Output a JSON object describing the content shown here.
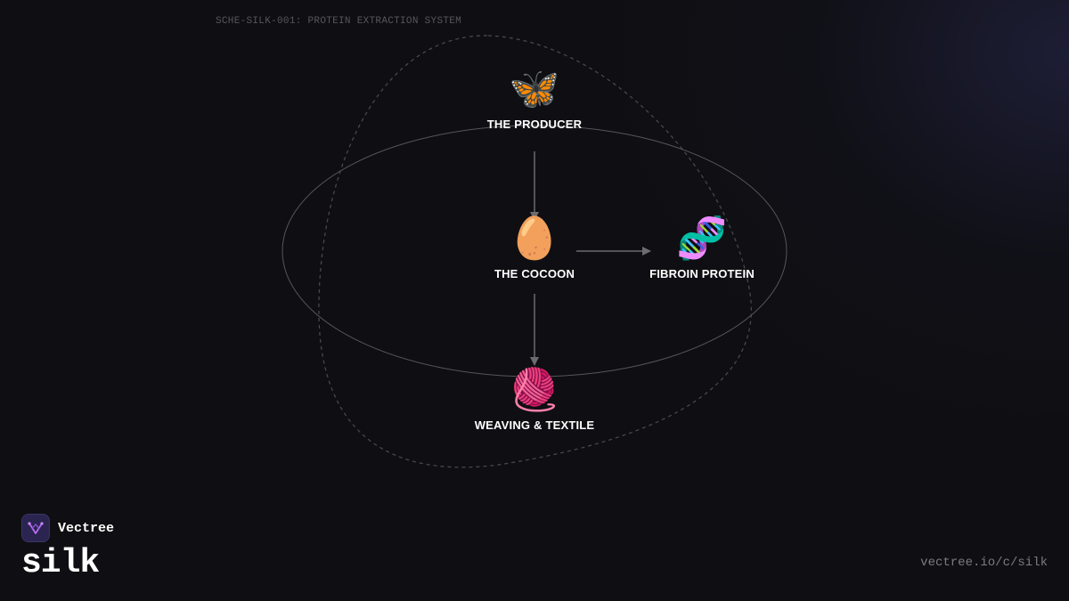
{
  "schematic_id": "SCHE-SILK-001: PROTEIN EXTRACTION SYSTEM",
  "nodes": {
    "producer": {
      "label": "THE PRODUCER",
      "icon": "butterfly-icon",
      "glyph": "🦋"
    },
    "cocoon": {
      "label": "THE COCOON",
      "icon": "egg-icon",
      "glyph": "🥚"
    },
    "protein": {
      "label": "FIBROIN PROTEIN",
      "icon": "dna-icon",
      "glyph": "🧬"
    },
    "textile": {
      "label": "WEAVING & TEXTILE",
      "icon": "yarn-icon",
      "glyph": "🧶"
    }
  },
  "edges": [
    {
      "from": "producer",
      "to": "cocoon"
    },
    {
      "from": "cocoon",
      "to": "protein"
    },
    {
      "from": "cocoon",
      "to": "textile"
    }
  ],
  "brand": {
    "company": "Vectree",
    "product": "silk",
    "url": "vectree.io/c/silk"
  },
  "colors": {
    "background": "#0f0f13",
    "arrow": "#6b6b70",
    "logo_bg": "#2a2450",
    "logo_accent": "#b66cf0"
  }
}
